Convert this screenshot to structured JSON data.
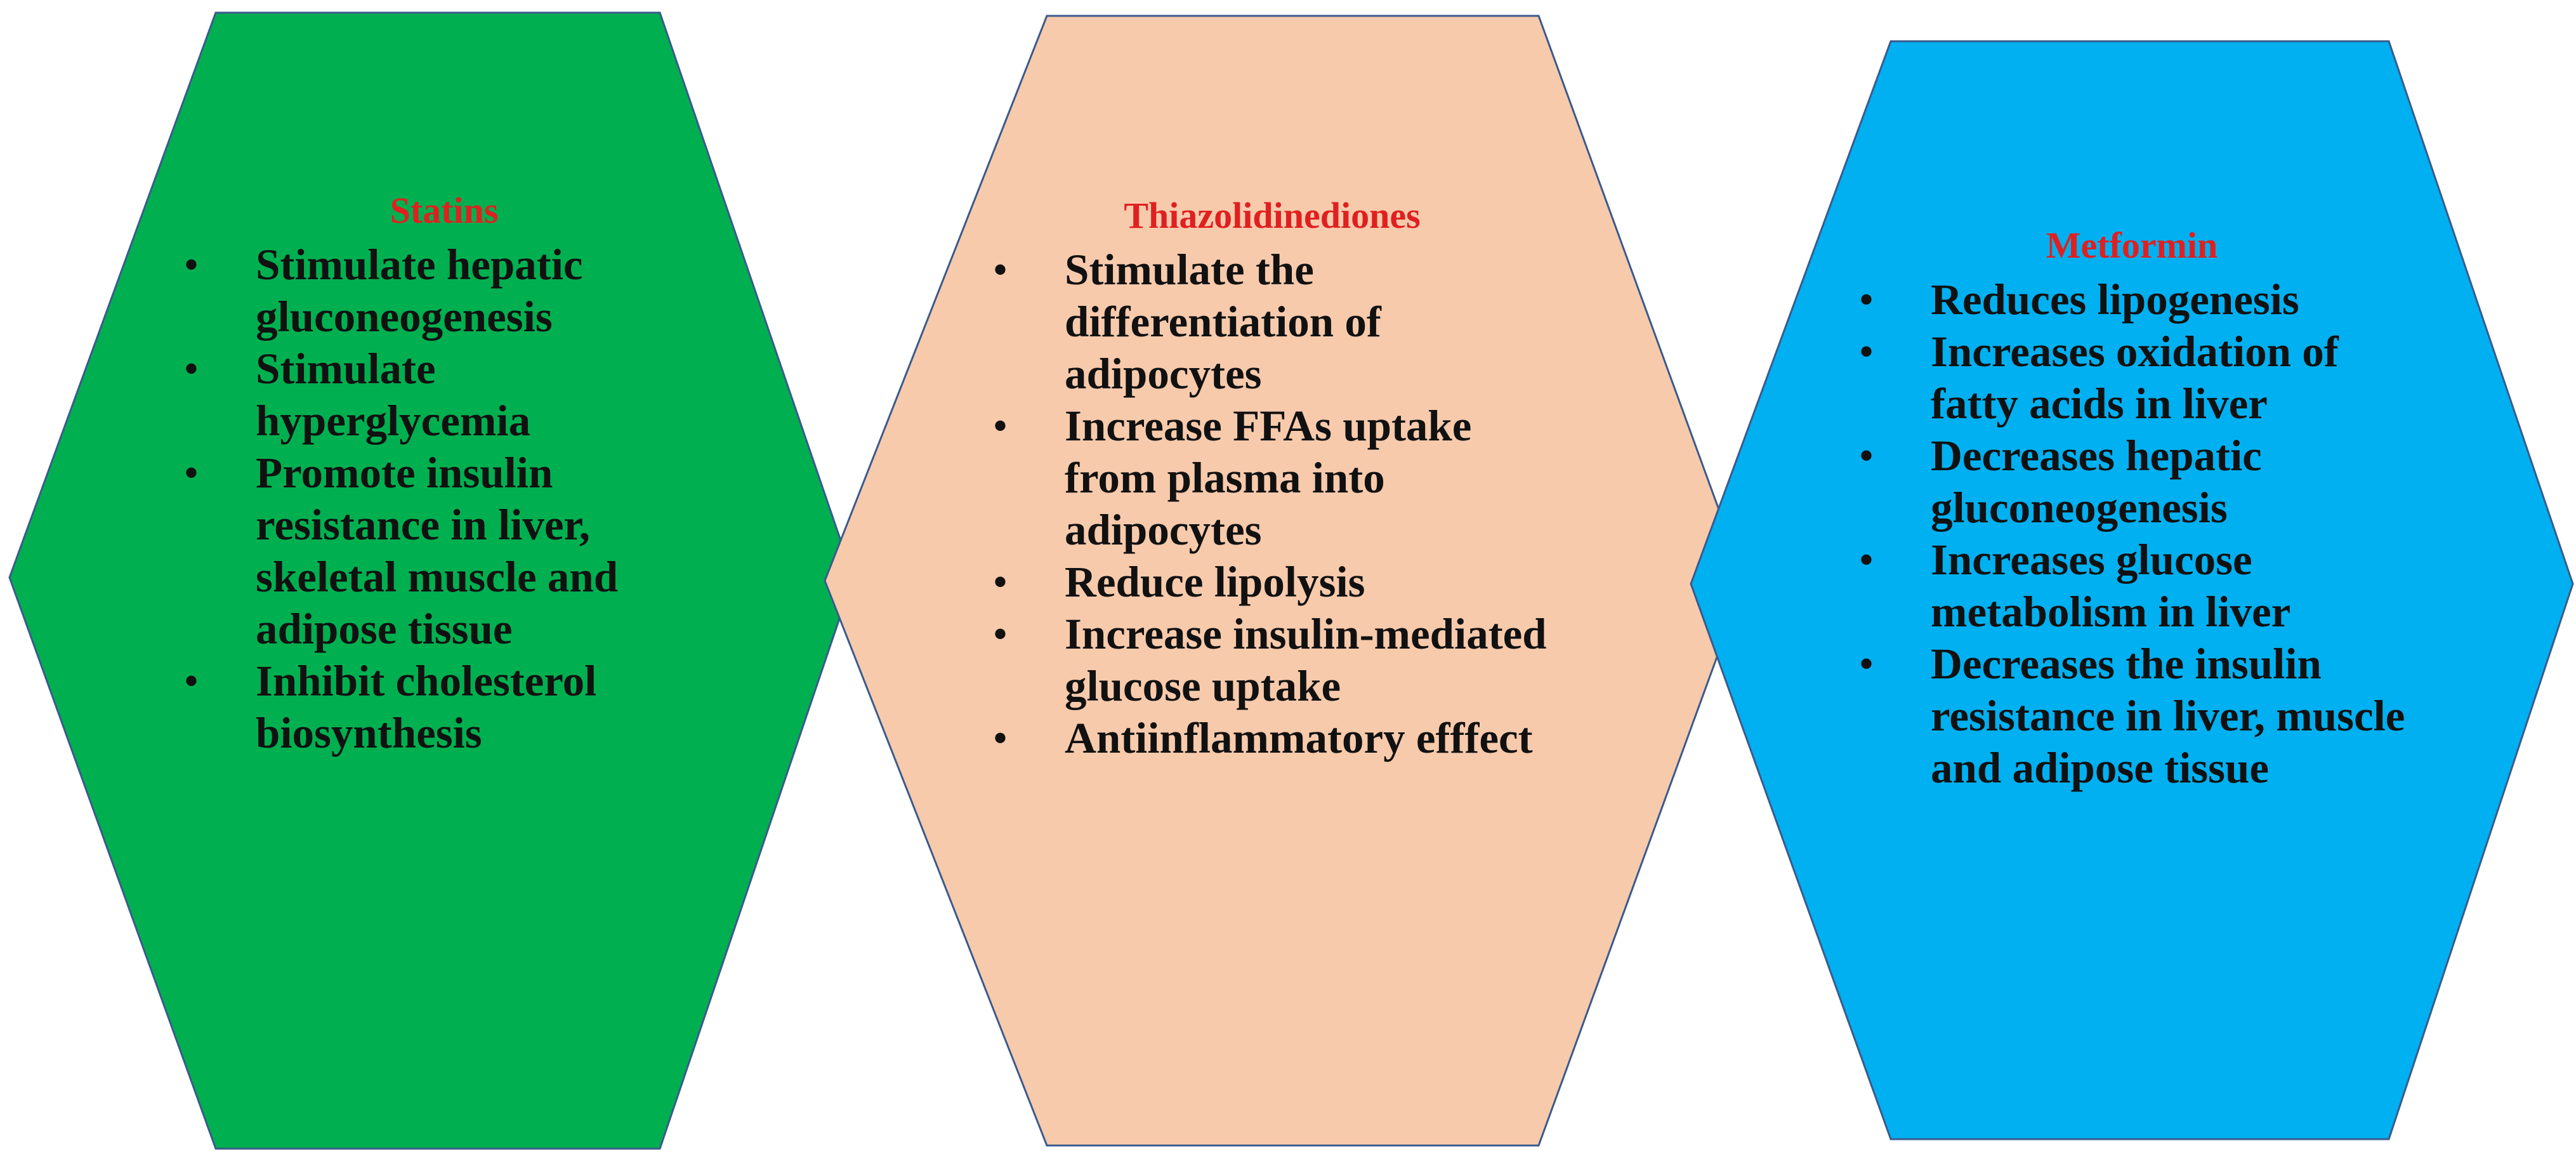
{
  "colors": {
    "title_red": "#e02020",
    "statins_fill": "#00b050",
    "tzd_fill": "#f7caac",
    "metformin_fill": "#00b0f0",
    "outline": "#3a5a8c",
    "text": "#111111"
  },
  "hexagons": [
    {
      "title": "Statins",
      "items": [
        "Stimulate hepatic gluconeogenesis",
        "Stimulate hyperglycemia",
        "Promote insulin resistance in liver, skeletal muscle and adipose tissue",
        "Inhibit cholesterol biosynthesis"
      ]
    },
    {
      "title": "Thiazolidinediones",
      "items": [
        "Stimulate the differentiation of adipocytes",
        "Increase FFAs uptake from plasma into adipocytes",
        "Reduce lipolysis",
        "Increase insulin-mediated glucose uptake",
        "Antiinflammatory efffect"
      ]
    },
    {
      "title": "Metformin",
      "items": [
        "Reduces lipogenesis",
        "Increases oxidation of fatty acids in liver",
        "Decreases hepatic gluconeogenesis",
        "Increases glucose metabolism in liver",
        "Decreases the insulin resistance in liver, muscle and adipose tissue"
      ]
    }
  ]
}
